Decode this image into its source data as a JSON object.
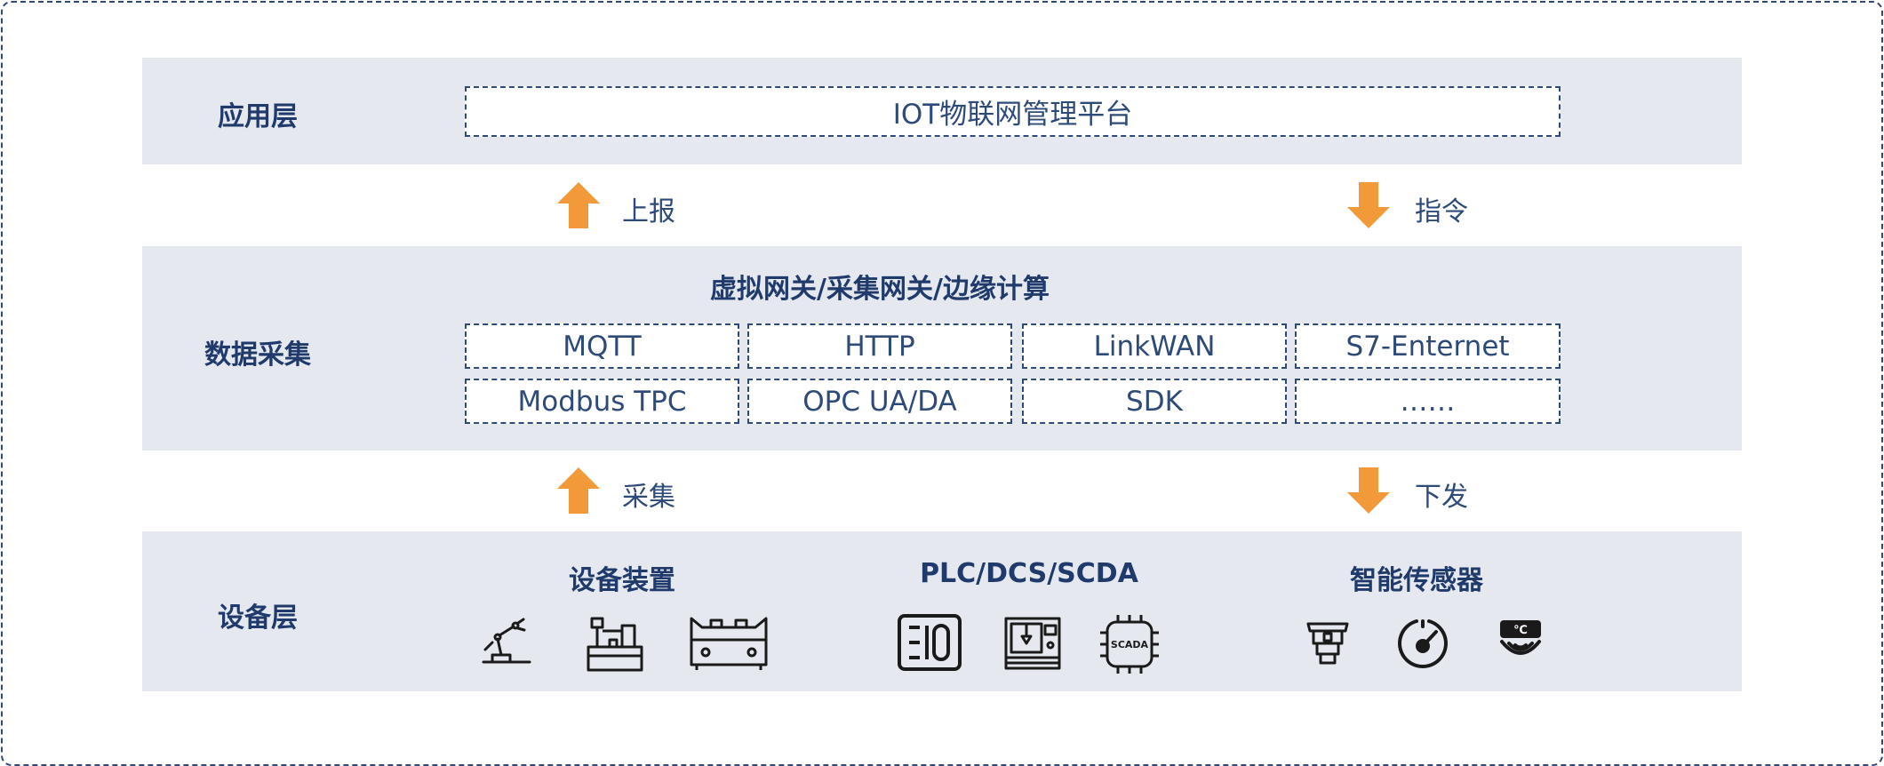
{
  "layers": {
    "application": {
      "label": "应用层",
      "platform": "IOT物联网管理平台"
    },
    "data_collection": {
      "label": "数据采集",
      "title": "虚拟网关/采集网关/边缘计算",
      "protocols": [
        "MQTT",
        "HTTP",
        "LinkWAN",
        "S7-Enternet",
        "Modbus TPC",
        "OPC UA/DA",
        "SDK",
        "……"
      ]
    },
    "device": {
      "label": "设备层",
      "groups": [
        {
          "title": "设备装置",
          "icons": [
            "robot-arm-icon",
            "assembly-machine-icon",
            "conveyor-machine-icon"
          ]
        },
        {
          "title": "PLC/DCS/SCDA",
          "icons": [
            "plc-io-icon",
            "cnc-machine-icon",
            "scada-chip-icon"
          ]
        },
        {
          "title": "智能传感器",
          "icons": [
            "sensor-icon",
            "gauge-icon",
            "temperature-sensor-icon"
          ]
        }
      ],
      "scada_chip_text": "SCADA",
      "temp_text": "℃"
    }
  },
  "flows": {
    "report": "上报",
    "command": "指令",
    "collect": "采集",
    "dispatch": "下发"
  },
  "colors": {
    "band": "#e5e9ef",
    "primary": "#1f3a6b",
    "arrow": "#f29a3a",
    "border": "#2d4a78"
  }
}
